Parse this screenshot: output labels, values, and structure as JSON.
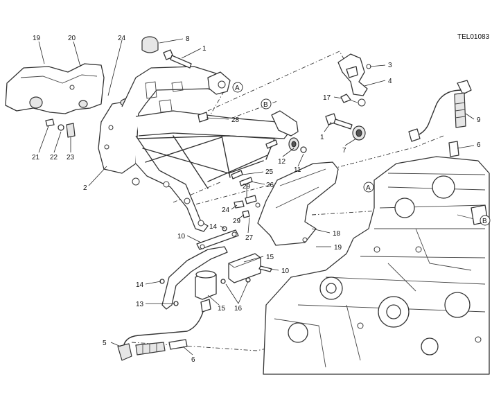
{
  "drawing_code": "TEL01083",
  "callouts": [
    "19",
    "20",
    "24",
    "8",
    "1",
    "3",
    "4",
    "17",
    "1",
    "7",
    "9",
    "6",
    "28",
    "12",
    "11",
    "25",
    "26",
    "29",
    "24",
    "29",
    "27",
    "18",
    "19",
    "21",
    "22",
    "23",
    "2",
    "10",
    "14",
    "15",
    "10",
    "14",
    "13",
    "15",
    "16",
    "5",
    "6"
  ],
  "view_markers": [
    "A",
    "B",
    "A",
    "B"
  ]
}
